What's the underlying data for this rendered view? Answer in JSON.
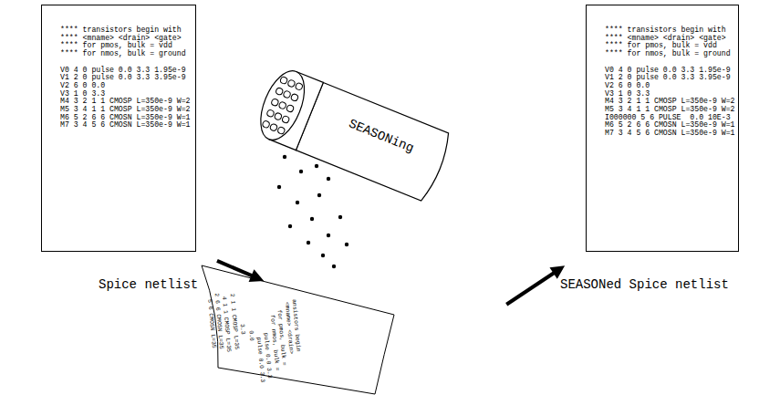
{
  "diagram": {
    "nodes": [
      {
        "text": [
          "**** transistors begin with",
          "**** <mname> <drain> <gate>",
          "**** for pmos, bulk = vdd",
          "**** for nmos, bulk = ground",
          "V0 4 0 pulse 0.0 3.3 1.95e-9",
          "V1 2 0 pulse 0.0 3.3 3.95e-9",
          "V2 6 0 0.0",
          "V3 1 0 3.3",
          "M4 3 2 1 1 CMOSP L=350e-9 W=2",
          "M5 3 4 1 1 CMOSP L=350e-9 W=2",
          "M6 5 2 6 6 CMOSN L=350e-9 W=1",
          "M7 3 4 5 6 CMOSN L=350e-9 W=1",
          "Spice netlist"
        ]
      },
      {
        "text": [
          "SEASONing"
        ]
      },
      {
        "text": [
          "ansistors begin",
          "<mname> <drain>",
          "for pmos, bulk =",
          "for nmos, bulk =",
          "pulse 0.0 3.3",
          "pulse 0.0 3.3",
          "0.0",
          "3.3",
          "2 1 1 CMOSP L=35",
          "4 1 1 CMOSP L=35",
          "2 6 6 CMOSN L=35",
          "5 6 CMOSN L=35"
        ]
      },
      {
        "text": [
          "**** transistors begin with",
          "**** <mname> <drain> <gate>",
          "**** for pmos, bulk = vdd",
          "**** for nmos, bulk = ground",
          "V0 4 0 pulse 0.0 3.3 1.95e-9",
          "V1 2 0 pulse 0.0 3.3 3.95e-9",
          "V2 6 0 0.0",
          "V3 1 0 3.3",
          "M4 3 2 1 1 CMOSP L=350e-9 W=2",
          "M5 3 4 1 1 CMOSP L=350e-9 W=2",
          "I000000 5 6 PULSE  0.0 10E-3",
          "M6 5 2 6 6 CMOSN L=350e-9 W=1",
          "M7 3 4 5 6 CMOSN L=350e-9 W=1",
          "SEASONed Spice netlist"
        ]
      }
    ],
    "edges": [
      {
        "from": 0,
        "to": 2,
        "arrow": "to"
      },
      {
        "from": 2,
        "to": 3,
        "arrow": "to"
      }
    ]
  }
}
